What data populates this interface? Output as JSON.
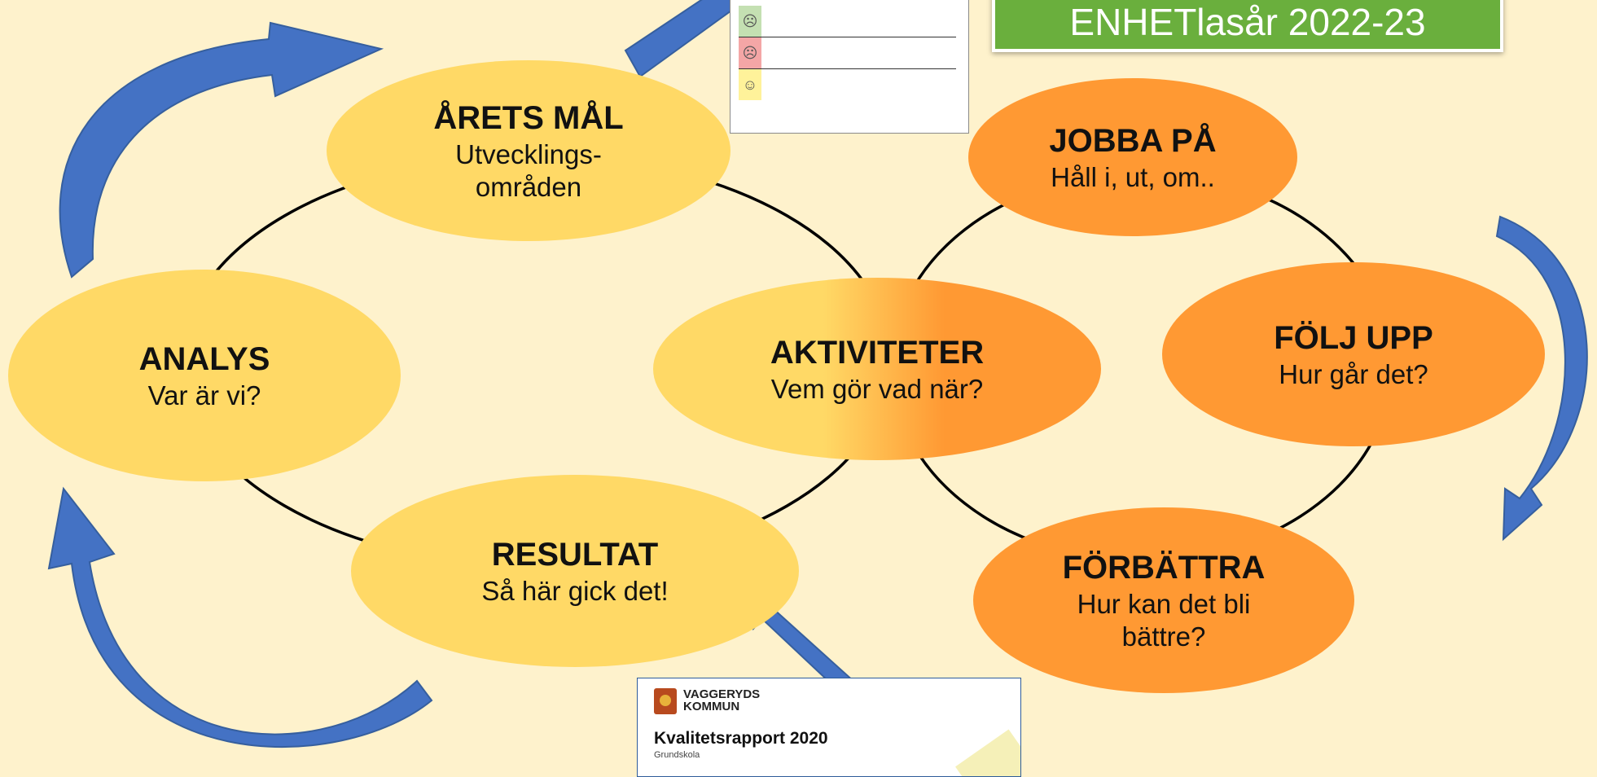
{
  "banner": {
    "text": "ENHETlasår 2022-23"
  },
  "nodes": {
    "arets_mal": {
      "title": "ÅRETS MÅL",
      "sub_line1": "Utvecklings-",
      "sub_line2": "områden"
    },
    "analys": {
      "title": "ANALYS",
      "sub": "Var är vi?"
    },
    "resultat": {
      "title": "RESULTAT",
      "sub": "Så här gick det!"
    },
    "aktiviteter": {
      "title": "AKTIVITETER",
      "sub": "Vem gör vad när?"
    },
    "jobba_pa": {
      "title": "JOBBA PÅ",
      "sub": "Håll i, ut, om.."
    },
    "folj_upp": {
      "title": "FÖLJ UPP",
      "sub": "Hur går det?"
    },
    "forbattra": {
      "title": "FÖRBÄTTRA",
      "sub_line1": "Hur kan det bli",
      "sub_line2": "bättre?"
    }
  },
  "report_doc": {
    "org_line1": "VAGGERYDS",
    "org_line2": "KOMMUN",
    "title": "Kvalitetsrapport 2020",
    "subtitle": "Grundskola"
  },
  "colors": {
    "background": "#fef2cc",
    "yellow": "#ffd966",
    "orange": "#ff9933",
    "arrow": "#4472c4",
    "banner": "#6aaf3d"
  }
}
